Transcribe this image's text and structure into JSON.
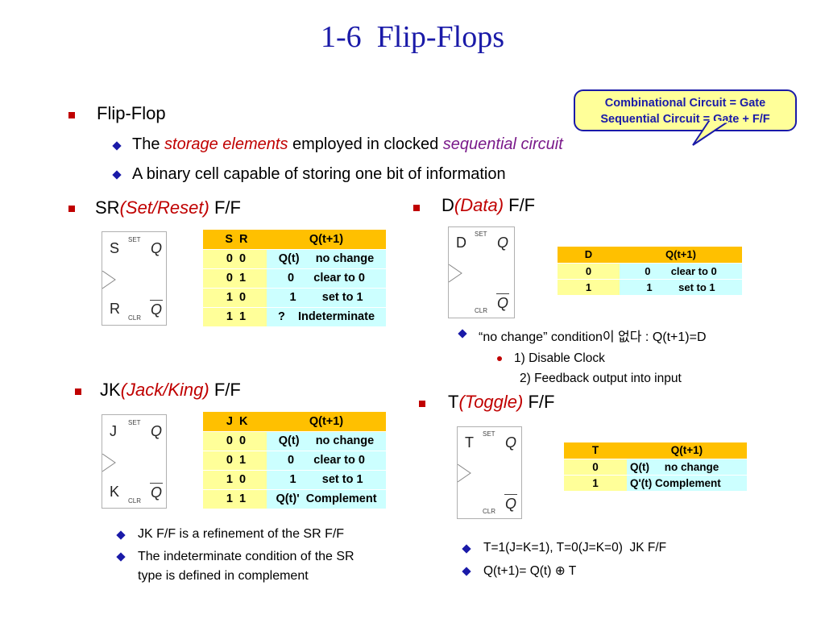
{
  "title": "1-6  Flip-Flops",
  "callout": {
    "line1": "Combinational Circuit = Gate",
    "line2": "Sequential Circuit = Gate + F/F"
  },
  "flipflop": {
    "heading": "Flip-Flop",
    "b1_pre": "The ",
    "b1_storage": "storage elements",
    "b1_mid": " employed in clocked ",
    "b1_seq": "sequential circuit",
    "b2": "A binary cell capable of storing one bit of information"
  },
  "sr": {
    "name": "SR",
    "paren": "(Set/Reset)",
    "suffix": " F/F",
    "box": {
      "in1": "S",
      "in2": "R",
      "set": "SET",
      "clr": "CLR",
      "q": "Q",
      "qbar": "Q"
    },
    "header": [
      "S",
      "R",
      "Q(t+1)"
    ],
    "rows": [
      [
        "0",
        "0",
        "Q(t)     no change"
      ],
      [
        "0",
        "1",
        "0      clear to 0"
      ],
      [
        "1",
        "0",
        "1        set to 1"
      ],
      [
        "1",
        "1",
        "?    Indeterminate"
      ]
    ]
  },
  "jk": {
    "name": "JK",
    "paren": "(Jack/King)",
    "suffix": " F/F",
    "box": {
      "in1": "J",
      "in2": "K",
      "set": "SET",
      "clr": "CLR",
      "q": "Q",
      "qbar": "Q"
    },
    "header": [
      "J",
      "K",
      "Q(t+1)"
    ],
    "rows": [
      [
        "0",
        "0",
        "Q(t)     no change"
      ],
      [
        "0",
        "1",
        "0      clear to 0"
      ],
      [
        "1",
        "0",
        "1        set to 1"
      ],
      [
        "1",
        "1",
        "Q(t)'  Complement"
      ]
    ],
    "notes": [
      "JK F/F is a refinement of the SR F/F",
      "The indeterminate condition of the SR",
      "type is defined in complement"
    ]
  },
  "d": {
    "name": "D",
    "paren": "(Data)",
    "suffix": " F/F",
    "box": {
      "in1": "D",
      "set": "SET",
      "clr": "CLR",
      "q": "Q",
      "qbar": "Q"
    },
    "header": [
      "D",
      "Q(t+1)"
    ],
    "rows": [
      [
        "0",
        "0       clear to 0"
      ],
      [
        "1",
        "1         set to 1"
      ]
    ],
    "note": "“no change” condition이 없다 : Q(t+1)=D",
    "sub1": "1) Disable Clock",
    "sub2": "2) Feedback output into input"
  },
  "t": {
    "name": "T",
    "paren": "(Toggle)",
    "suffix": " F/F",
    "box": {
      "in1": "T",
      "set": "SET",
      "clr": "CLR",
      "q": "Q",
      "qbar": "Q"
    },
    "header": [
      "T",
      "Q(t+1)"
    ],
    "rows": [
      [
        "0",
        "Q(t)     no change"
      ],
      [
        "1",
        "Q'(t) Complement"
      ]
    ],
    "notes": [
      "T=1(J=K=1), T=0(J=K=0)  JK F/F",
      "Q(t+1)= Q(t) ⊕ T"
    ]
  },
  "colors": {
    "title": "#1a1aa8",
    "accent": "#c00000",
    "header": "#ffc000",
    "row": "#ccffff",
    "firstcol": "#ffff99"
  }
}
